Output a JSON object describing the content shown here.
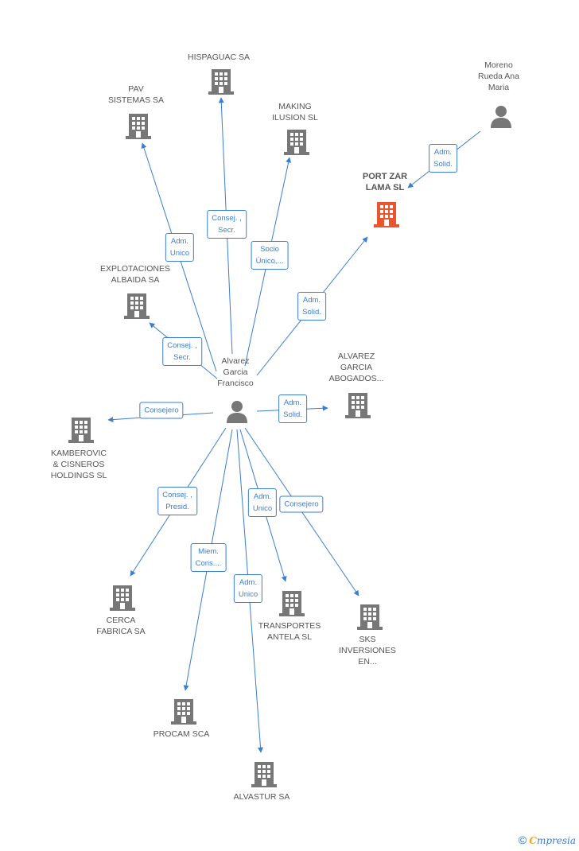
{
  "colors": {
    "edge": "#3a7dd4",
    "building": "#777777",
    "focus_building": "#e8552e",
    "person": "#777777"
  },
  "nodes": {
    "alvarez": {
      "label": "Alvarez\nGarcia\nFrancisco",
      "icon": "person-icon"
    },
    "moreno": {
      "label": "Moreno\nRueda Ana\nMaria",
      "icon": "person-icon"
    },
    "portzar": {
      "label": "PORT ZAR\nLAMA SL",
      "icon": "building-icon"
    },
    "hispaguac": {
      "label": "HISPAGUAC SA",
      "icon": "building-icon"
    },
    "pav": {
      "label": "PAV\nSISTEMAS SA",
      "icon": "building-icon"
    },
    "making": {
      "label": "MAKING\nILUSION  SL",
      "icon": "building-icon"
    },
    "explotaciones": {
      "label": "EXPLOTACIONES\nALBAIDA SA",
      "icon": "building-icon"
    },
    "abogados": {
      "label": "ALVAREZ\nGARCIA\nABOGADOS...",
      "icon": "building-icon"
    },
    "kamberovic": {
      "label": "KAMBEROVIC\n& CISNEROS\nHOLDINGS  SL",
      "icon": "building-icon"
    },
    "cerca": {
      "label": "CERCA\nFABRICA SA",
      "icon": "building-icon"
    },
    "procam": {
      "label": "PROCAM SCA",
      "icon": "building-icon"
    },
    "alvastur": {
      "label": "ALVASTUR SA",
      "icon": "building-icon"
    },
    "transportes": {
      "label": "TRANSPORTES\nANTELA SL",
      "icon": "building-icon"
    },
    "sks": {
      "label": "SKS\nINVERSIONES\nEN...",
      "icon": "building-icon"
    }
  },
  "edges": {
    "moreno_portzar": "Adm.\nSolid.",
    "alvarez_pav": "Adm.\nUnico",
    "alvarez_hispaguac": "Consej. ,\nSecr.",
    "alvarez_making": "Socio\nÚnico,...",
    "alvarez_portzar": "Adm.\nSolid.",
    "alvarez_explotaciones": "Consej. ,\nSecr.",
    "alvarez_abogados": "Adm.\nSolid.",
    "alvarez_kamberovic": "Consejero",
    "alvarez_cerca": "Consej. ,\nPresid.",
    "alvarez_procam": "Miem.\nCons....",
    "alvarez_alvastur": "Adm.\nUnico",
    "alvarez_transportes": "Adm.\nUnico",
    "alvarez_sks": "Consejero"
  },
  "footer": {
    "copyright": "©",
    "brand_e": "C",
    "brand_rest": "mpresia"
  }
}
